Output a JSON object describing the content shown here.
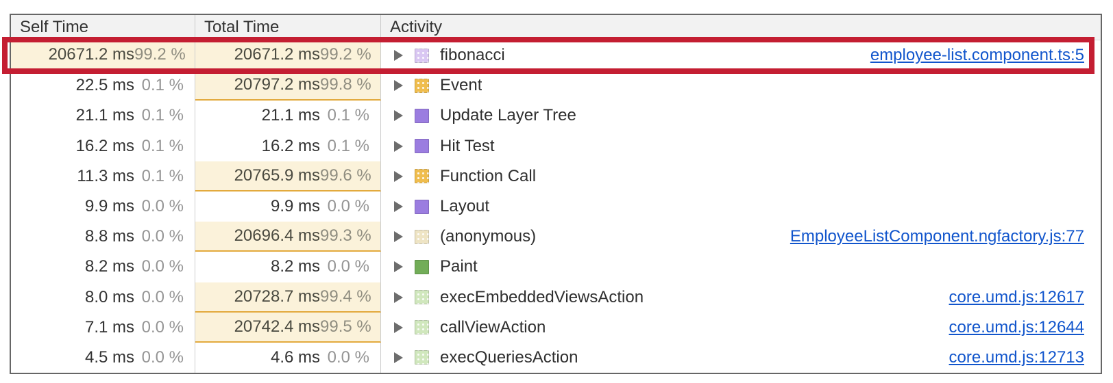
{
  "table": {
    "columns": [
      {
        "label": "Self Time"
      },
      {
        "label": "Total Time"
      },
      {
        "label": "Activity"
      }
    ],
    "rows": [
      {
        "self_time": "20671.2 ms",
        "self_pct": "99.2 %",
        "self_highlight": true,
        "total_time": "20671.2 ms",
        "total_pct": "99.2 %",
        "total_highlight": true,
        "activity": "fibonacci",
        "swatch_icon": "javascript-category-swatch",
        "swatch_color": "#d9c7f2",
        "swatch_pattern": true,
        "link": "employee-list.component.ts:5"
      },
      {
        "self_time": "22.5 ms",
        "self_pct": "0.1 %",
        "self_highlight": false,
        "total_time": "20797.2 ms",
        "total_pct": "99.8 %",
        "total_highlight": true,
        "activity": "Event",
        "swatch_icon": "scripting-category-swatch",
        "swatch_color": "#efbd4e",
        "swatch_pattern": true,
        "link": ""
      },
      {
        "self_time": "21.1 ms",
        "self_pct": "0.1 %",
        "self_highlight": false,
        "total_time": "21.1 ms",
        "total_pct": "0.1 %",
        "total_highlight": false,
        "activity": "Update Layer Tree",
        "swatch_icon": "rendering-category-swatch",
        "swatch_color": "#9b7de0",
        "swatch_pattern": false,
        "link": ""
      },
      {
        "self_time": "16.2 ms",
        "self_pct": "0.1 %",
        "self_highlight": false,
        "total_time": "16.2 ms",
        "total_pct": "0.1 %",
        "total_highlight": false,
        "activity": "Hit Test",
        "swatch_icon": "rendering-category-swatch",
        "swatch_color": "#9b7de0",
        "swatch_pattern": false,
        "link": ""
      },
      {
        "self_time": "11.3 ms",
        "self_pct": "0.1 %",
        "self_highlight": false,
        "total_time": "20765.9 ms",
        "total_pct": "99.6 %",
        "total_highlight": true,
        "activity": "Function Call",
        "swatch_icon": "scripting-category-swatch",
        "swatch_color": "#efbd4e",
        "swatch_pattern": true,
        "link": ""
      },
      {
        "self_time": "9.9 ms",
        "self_pct": "0.0 %",
        "self_highlight": false,
        "total_time": "9.9 ms",
        "total_pct": "0.0 %",
        "total_highlight": false,
        "activity": "Layout",
        "swatch_icon": "rendering-category-swatch",
        "swatch_color": "#9b7de0",
        "swatch_pattern": false,
        "link": ""
      },
      {
        "self_time": "8.8 ms",
        "self_pct": "0.0 %",
        "self_highlight": false,
        "total_time": "20696.4 ms",
        "total_pct": "99.3 %",
        "total_highlight": true,
        "activity": "(anonymous)",
        "swatch_icon": "javascript-category-swatch",
        "swatch_color": "#eee4c4",
        "swatch_pattern": true,
        "link": "EmployeeListComponent.ngfactory.js:77"
      },
      {
        "self_time": "8.2 ms",
        "self_pct": "0.0 %",
        "self_highlight": false,
        "total_time": "8.2 ms",
        "total_pct": "0.0 %",
        "total_highlight": false,
        "activity": "Paint",
        "swatch_icon": "painting-category-swatch",
        "swatch_color": "#72ad58",
        "swatch_pattern": false,
        "link": ""
      },
      {
        "self_time": "8.0 ms",
        "self_pct": "0.0 %",
        "self_highlight": false,
        "total_time": "20728.7 ms",
        "total_pct": "99.4 %",
        "total_highlight": true,
        "activity": "execEmbeddedViewsAction",
        "swatch_icon": "javascript-category-swatch",
        "swatch_color": "#d0e7bd",
        "swatch_pattern": true,
        "link": "core.umd.js:12617"
      },
      {
        "self_time": "7.1 ms",
        "self_pct": "0.0 %",
        "self_highlight": false,
        "total_time": "20742.4 ms",
        "total_pct": "99.5 %",
        "total_highlight": true,
        "activity": "callViewAction",
        "swatch_icon": "javascript-category-swatch",
        "swatch_color": "#d0e7bd",
        "swatch_pattern": true,
        "link": "core.umd.js:12644"
      },
      {
        "self_time": "4.5 ms",
        "self_pct": "0.0 %",
        "self_highlight": false,
        "total_time": "4.6 ms",
        "total_pct": "0.0 %",
        "total_highlight": false,
        "activity": "execQueriesAction",
        "swatch_icon": "javascript-category-swatch",
        "swatch_color": "#d0e7bd",
        "swatch_pattern": true,
        "link": "core.umd.js:12713"
      }
    ]
  },
  "colors": {
    "highlight_bg": "#fbf2da",
    "highlight_border": "#e3aa3d",
    "link": "#1155cc",
    "annotation": "#c41e32",
    "header_bg": "#f2f2f2",
    "table_border": "#666666",
    "pct_text": "#959595",
    "text": "#333333"
  }
}
